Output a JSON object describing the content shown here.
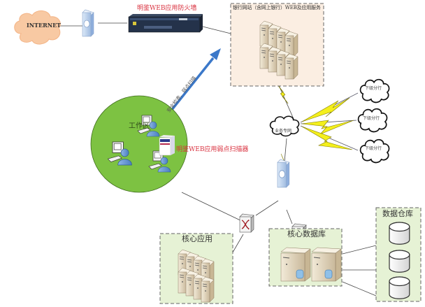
{
  "diagram": {
    "internet": {
      "label": "INTERNET",
      "color": "#f8c9a3"
    },
    "waf": {
      "label": "明鉴WEB应用防火墙"
    },
    "bank_web_zone": {
      "label": "银行网站（含网上银行）WEB及应用服务",
      "fill": "#fbeee2"
    },
    "scan_arrow": {
      "label": "安全检查、弱点扫描",
      "color": "#3b78c9"
    },
    "work_zone": {
      "label": "工作区",
      "fill": "#7dc242"
    },
    "scanner": {
      "label": "明鉴WEB应用弱点扫描器"
    },
    "business_network": {
      "label": "业务专网"
    },
    "branches": [
      {
        "label": "下级分行"
      },
      {
        "label": "下级分行"
      },
      {
        "label": "下级分行"
      }
    ],
    "core_app": {
      "label": "核心应用",
      "fill": "#e6f2d5"
    },
    "core_db": {
      "label": "核心数据库",
      "fill": "#e6f2d5"
    },
    "data_warehouse": {
      "label": "数据仓库",
      "fill": "#e6f2d5"
    },
    "lightning_color": "#f4ef1c",
    "accent_red": "#d9303e"
  }
}
